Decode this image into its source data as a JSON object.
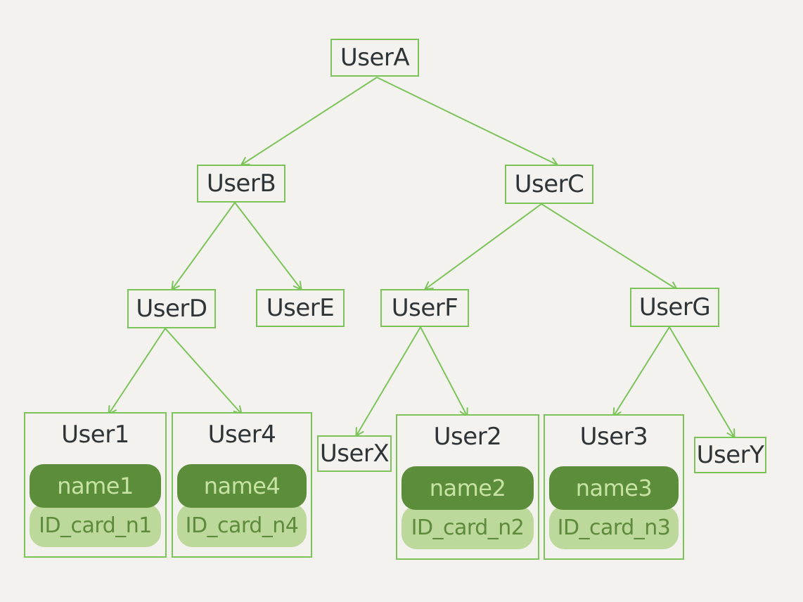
{
  "colors": {
    "background": "#f3f2ee",
    "edge": "#7cc45a",
    "node_border": "#7cc45a",
    "text": "#2f3437",
    "name_pill": "#5b8d3a",
    "id_pill": "#bcd89a"
  },
  "nodes": {
    "userA": "UserA",
    "userB": "UserB",
    "userC": "UserC",
    "userD": "UserD",
    "userE": "UserE",
    "userF": "UserF",
    "userG": "UserG",
    "userX": "UserX",
    "userY": "UserY"
  },
  "leaves": {
    "user1": {
      "title": "User1",
      "name": "name1",
      "id_card": "ID_card_n1"
    },
    "user4": {
      "title": "User4",
      "name": "name4",
      "id_card": "ID_card_n4"
    },
    "user2": {
      "title": "User2",
      "name": "name2",
      "id_card": "ID_card_n2"
    },
    "user3": {
      "title": "User3",
      "name": "name3",
      "id_card": "ID_card_n3"
    }
  }
}
